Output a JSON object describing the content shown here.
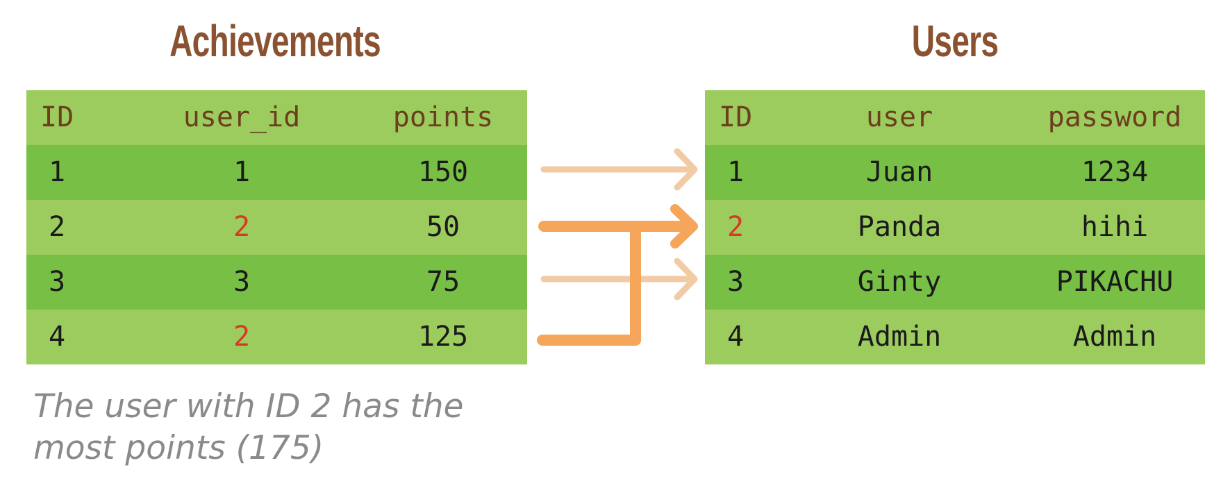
{
  "titles": {
    "left": "Achievements",
    "right": "Users"
  },
  "achievements": {
    "headers": [
      "ID",
      "user_id",
      "points"
    ],
    "rows": [
      [
        "1",
        "1",
        "150"
      ],
      [
        "2",
        "2",
        "50"
      ],
      [
        "3",
        "3",
        "75"
      ],
      [
        "4",
        "2",
        "125"
      ]
    ]
  },
  "users": {
    "headers": [
      "ID",
      "user",
      "password"
    ],
    "rows": [
      [
        "1",
        "Juan",
        "1234"
      ],
      [
        "2",
        "Panda",
        "hihi"
      ],
      [
        "3",
        "Ginty",
        "PIKACHU"
      ],
      [
        "4",
        "Admin",
        "Admin"
      ]
    ]
  },
  "note": {
    "line1": "The user with ID 2 has the",
    "line2": "most points (175)"
  },
  "colors": {
    "title": "#8a5230",
    "header_text": "#6b3f1e",
    "row_light": "#9ccc5e",
    "row_dark": "#78bf45",
    "highlight": "#d33b26",
    "arrow_strong": "#f5a65b",
    "arrow_faint": "#f2cba5",
    "note_text": "#8a8a8a"
  }
}
